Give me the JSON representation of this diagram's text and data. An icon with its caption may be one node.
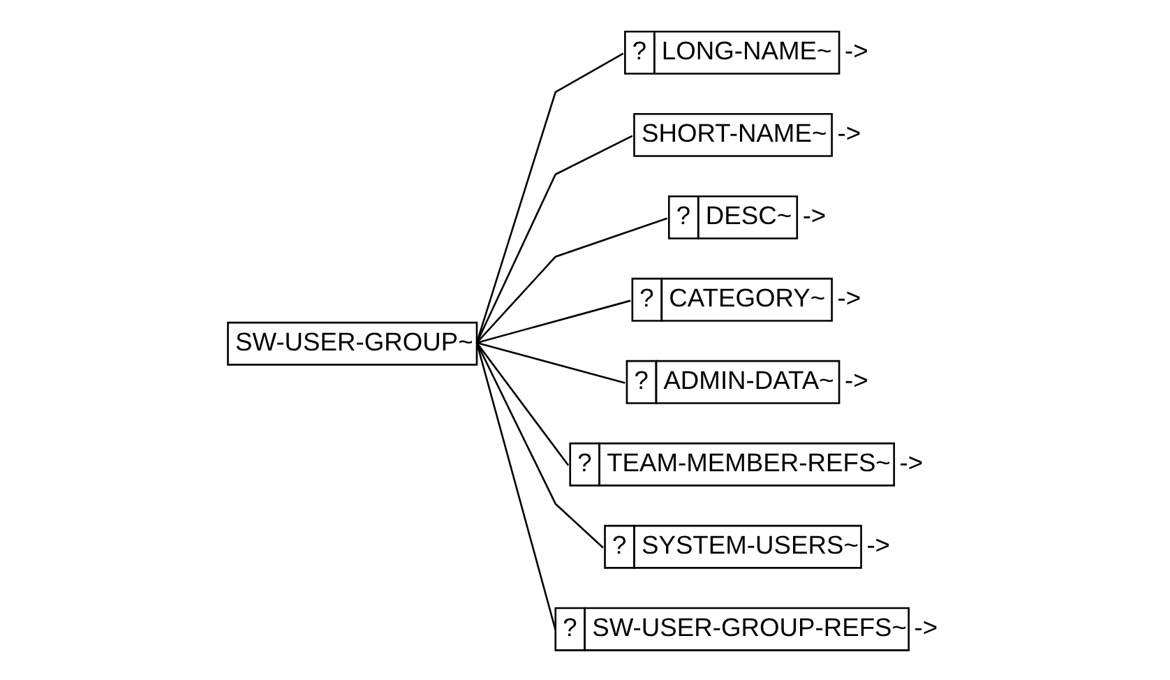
{
  "diagram": {
    "nodes": [
      {
        "text": [
          "SW-USER-GROUP~"
        ]
      },
      {
        "text": [
          "?",
          "LONG-NAME~"
        ],
        "beside": [
          "->"
        ]
      },
      {
        "text": [
          "SHORT-NAME~"
        ],
        "beside": [
          "->"
        ]
      },
      {
        "text": [
          "?",
          "DESC~"
        ],
        "beside": [
          "->"
        ]
      },
      {
        "text": [
          "?",
          "CATEGORY~"
        ],
        "beside": [
          "->"
        ]
      },
      {
        "text": [
          "?",
          "ADMIN-DATA~"
        ],
        "beside": [
          "->"
        ]
      },
      {
        "text": [
          "?",
          "TEAM-MEMBER-REFS~"
        ],
        "beside": [
          "->"
        ]
      },
      {
        "text": [
          "?",
          "SYSTEM-USERS~"
        ],
        "beside": [
          "->"
        ]
      },
      {
        "text": [
          "?",
          "SW-USER-GROUP-REFS~"
        ],
        "beside": [
          "->"
        ]
      }
    ],
    "edges": [
      {
        "from": 0,
        "to": 1,
        "arrow": "none"
      },
      {
        "from": 0,
        "to": 2,
        "arrow": "none"
      },
      {
        "from": 0,
        "to": 3,
        "arrow": "none"
      },
      {
        "from": 0,
        "to": 4,
        "arrow": "none"
      },
      {
        "from": 0,
        "to": 5,
        "arrow": "none"
      },
      {
        "from": 0,
        "to": 6,
        "arrow": "none"
      },
      {
        "from": 0,
        "to": 7,
        "arrow": "none"
      },
      {
        "from": 0,
        "to": 8,
        "arrow": "none"
      }
    ]
  }
}
